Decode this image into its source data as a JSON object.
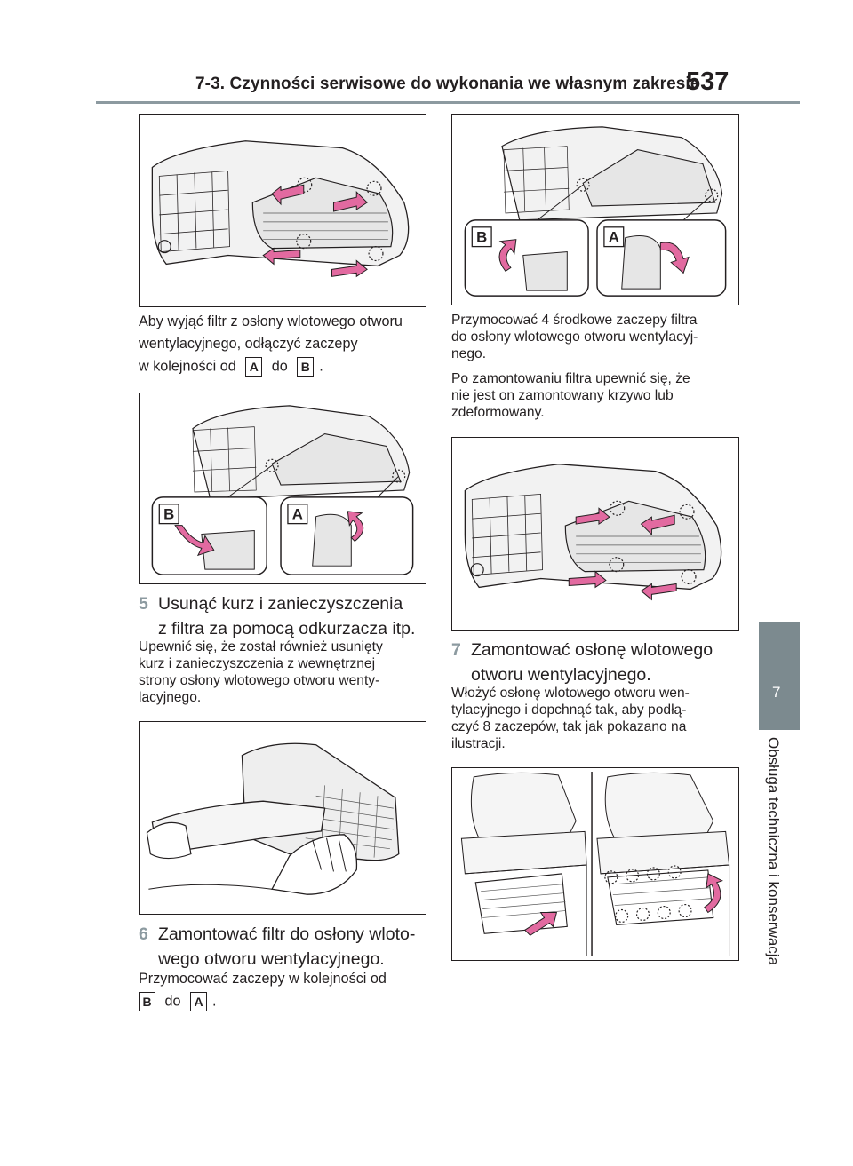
{
  "header": {
    "section_title": "7-3. Czynności serwisowe do wykonania we własnym zakresie",
    "page_number": "537"
  },
  "chapter_tab": {
    "number": "7",
    "title": "Obsługa techniczna i konserwacja"
  },
  "callouts": {
    "a": "A",
    "b": "B"
  },
  "left_column": {
    "p1_line1": "Aby wyjąć filtr z osłony wlotowego otworu",
    "p1_line2": "wentylacyjnego, odłączyć zaczepy",
    "p1_line3_prefix": "w kolejności od",
    "p1_line3_mid": "do",
    "p1_line3_end": ".",
    "step5_num": "5",
    "step5_line1": "Usunąć kurz i zanieczyszczenia",
    "step5_line2": "z filtra za pomocą odkurzacza itp.",
    "p2_line1": "Upewnić się, że został również usunięty",
    "p2_line2": "kurz i zanieczyszczenia z wewnętrznej",
    "p2_line3": "strony osłony wlotowego otworu wenty-",
    "p2_line4": "lacyjnego.",
    "step6_num": "6",
    "step6_line1": "Zamontować filtr do osłony wloto-",
    "step6_line2": "wego otworu wentylacyjnego.",
    "p3_line1": "Przymocować zaczepy w kolejności od",
    "p3_mid": "do",
    "p3_end": "."
  },
  "right_column": {
    "p1_line1": "Przymocować 4 środkowe zaczepy filtra",
    "p1_line2": "do osłony wlotowego otworu wentylacyj-",
    "p1_line3": "nego.",
    "p2_line1": "Po zamontowaniu filtra upewnić się, że",
    "p2_line2": "nie jest on zamontowany krzywo lub",
    "p2_line3": "zdeformowany.",
    "step7_num": "7",
    "step7_line1": "Zamontować osłonę wlotowego",
    "step7_line2": "otworu wentylacyjnego.",
    "p3_line1": "Włożyć osłonę wlotowego otworu wen-",
    "p3_line2": "tylacyjnego i dopchnąć tak, aby podłą-",
    "p3_line3": "czyć 8 zaczepów, tak jak pokazano na",
    "p3_line4": "ilustracji."
  },
  "colors": {
    "arrow": "#e26aa0",
    "tab": "#7c8a8f",
    "rule": "#8c9aa0"
  }
}
